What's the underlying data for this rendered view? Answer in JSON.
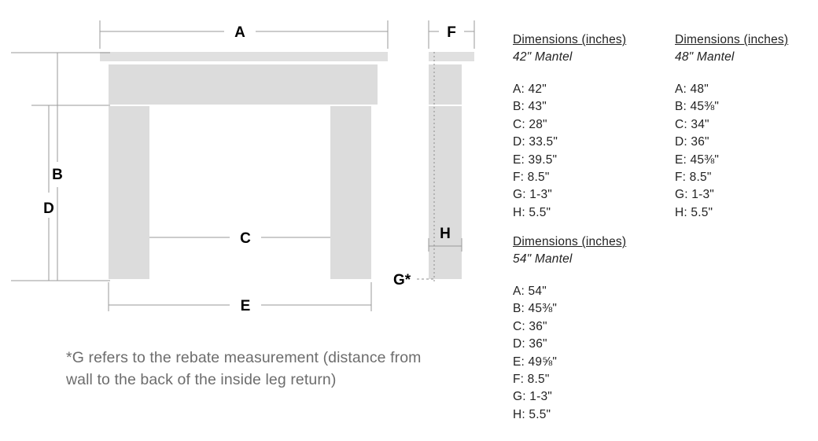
{
  "diagram": {
    "front_view": {
      "labels": {
        "a": "A",
        "b": "B",
        "c": "C",
        "d": "D",
        "e": "E"
      }
    },
    "side_view": {
      "labels": {
        "f": "F",
        "h": "H",
        "g": "G*"
      }
    }
  },
  "footnote": "*G refers to the rebate measurement (distance from wall to the back of the inside leg return)",
  "spec_tables": [
    {
      "id": "mantel-42",
      "heading": "Dimensions  (inches)",
      "subheading": "42\" Mantel",
      "rows": [
        "A: 42\"",
        "B: 43\"",
        "C: 28\"",
        "D: 33.5\"",
        "E: 39.5\"",
        "F: 8.5\"",
        "G: 1-3\"",
        "H: 5.5\""
      ]
    },
    {
      "id": "mantel-48",
      "heading": "Dimensions  (inches)",
      "subheading": "48\" Mantel",
      "rows": [
        "A: 48\"",
        "B: 45⅜\"",
        "C: 34\"",
        "D: 36\"",
        "E: 45⅜\"",
        "F: 8.5\"",
        "G: 1-3\"",
        "H: 5.5\""
      ]
    },
    {
      "id": "mantel-54",
      "heading": "Dimensions  (inches)",
      "subheading": "54\" Mantel",
      "rows": [
        "A: 54\"",
        "B: 45⅜\"",
        "C: 36\"",
        "D: 36\"",
        "E: 49⅝\"",
        "F: 8.5\"",
        "G: 1-3\"",
        "H: 5.5\""
      ]
    }
  ],
  "colors": {
    "shelf_fill": "#e0e0e0",
    "frieze_fill": "#dcdcdc",
    "leg_fill": "#dcdcdc",
    "dimension_line": "#9a9a9a",
    "label_text": "#000000",
    "body_text": "#222222",
    "footnote_text": "#6d6d6d"
  }
}
